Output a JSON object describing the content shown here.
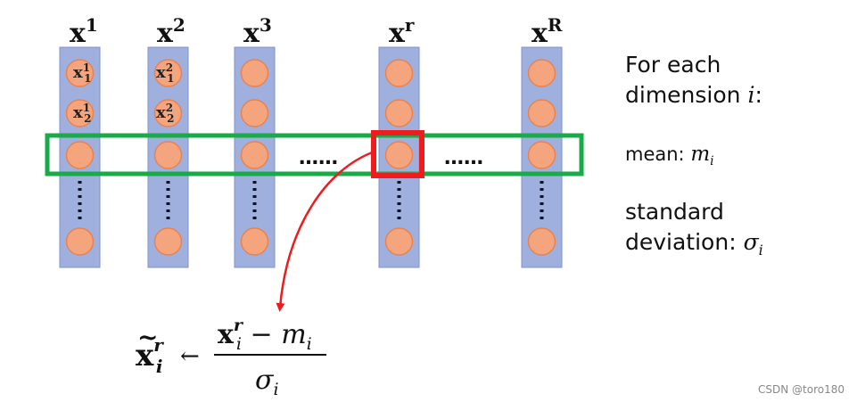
{
  "columns": [
    {
      "base": "x",
      "sup": "1",
      "entries": [
        {
          "sub": "1",
          "sup": "1"
        },
        {
          "sub": "2",
          "sup": "1"
        }
      ]
    },
    {
      "base": "x",
      "sup": "2",
      "entries": [
        {
          "sub": "1",
          "sup": "2"
        },
        {
          "sub": "2",
          "sup": "2"
        }
      ]
    },
    {
      "base": "x",
      "sup": "3",
      "entries": []
    },
    {
      "base": "x",
      "sup": "r",
      "entries": []
    },
    {
      "base": "x",
      "sup": "R",
      "entries": []
    }
  ],
  "ellipsis": "……",
  "right_text": {
    "line1": "For each",
    "line2_prefix": "dimension ",
    "line2_var": "i",
    "line2_suffix": ":",
    "mean_prefix": "mean: ",
    "mean_var": "m",
    "mean_sub": "i",
    "std_line1": "standard",
    "std_prefix": "deviation: ",
    "std_var": "σ",
    "std_sub": "i"
  },
  "formula": {
    "lhs_base": "x",
    "lhs_tilde": "~",
    "lhs_sup": "r",
    "lhs_sub": "i",
    "arrow": "←",
    "num_base": "x",
    "num_sup": "r",
    "num_sub": "i",
    "num_minus": " − ",
    "num_m": "m",
    "num_m_sub": "i",
    "den_var": "σ",
    "den_sub": "i"
  },
  "watermark": "CSDN @toro180",
  "colors": {
    "column_fill": "#9fb0de",
    "column_stroke": "#7f92cc",
    "circle_fill": "#f4a57e",
    "circle_stroke": "#e9824f",
    "highlight_row": "#1aaa4a",
    "highlight_cell": "#ee1c1c",
    "arrow": "#ee1c1c"
  }
}
